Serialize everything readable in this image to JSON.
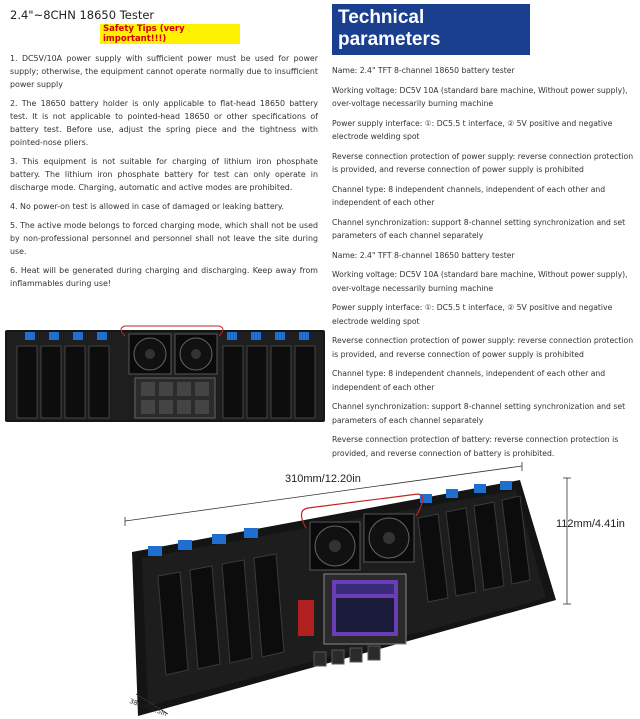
{
  "title": "2.4\"~8CHN 18650 Tester",
  "safety_label": "Safety Tips (very important!!!)",
  "tips": [
    "1. DC5V/10A power supply with sufficient power must be used for power supply; otherwise, the equipment cannot operate normally due to insufficient power supply",
    "2. The 18650 battery holder is only applicable to flat-head 18650 battery test. It is not applicable to pointed-head 18650 or other specifications of battery test. Before use, adjust the spring piece and the tightness with pointed-nose pliers.",
    "3. This equipment is not suitable for charging of lithium iron phosphate battery. The lithium iron phosphate battery for test can only operate in discharge mode. Charging, automatic and active modes are prohibited.",
    "4. No power-on test is allowed in case of damaged or leaking battery.",
    "5. The active mode belongs to forced charging mode, which shall not be used by non-professional personnel and personnel shall not leave the site during use.",
    "6. Heat will be generated during charging and discharging. Keep away from inflammables during use!"
  ],
  "tech_header": "Technical parameters",
  "params": [
    "Name: 2.4\" TFT  8-channel 18650 battery tester",
    "Working voltage: DC5V 10A (standard bare machine, Without power supply), over-voltage necessarily burning machine",
    "Power supply interface: ①: DC5.5  t interface, ② 5V positive and negative electrode welding spot",
    "Reverse connection protection of power supply: reverse connection protection is provided, and reverse connection of power supply is prohibited",
    "Channel type: 8 independent channels, independent of each other and independent of each other",
    "Channel synchronization: support 8-channel setting synchronization and set parameters of each channel separately",
    "Name: 2.4\" TFT  8-channel 18650 battery tester",
    "Working voltage: DC5V 10A (standard bare machine, Without power supply), over-voltage necessarily burning machine",
    "Power supply interface: ①: DC5.5  t interface, ② 5V positive and negative electrode welding spot",
    "Reverse connection protection of power supply: reverse connection protection is provided, and reverse connection of power supply is prohibited",
    "Channel type: 8 independent channels, independent of each other and independent of each other",
    "Channel synchronization: support 8-channel setting synchronization and set parameters of each channel separately",
    "Reverse connection protection of battery: reverse connection protection is provided, and reverse connection of battery is prohibited."
  ],
  "dimensions": {
    "width": "310mm/12.20in",
    "height": "112mm/4.41in",
    "depth": "38mm/1.5in"
  },
  "colors": {
    "header_bg": "#1b3f8f",
    "safety_bg": "#fff200",
    "safety_text": "#d40000",
    "board": "#1a1a1a",
    "terminal": "#1e6fd0",
    "screen": "#6a3fb5"
  }
}
